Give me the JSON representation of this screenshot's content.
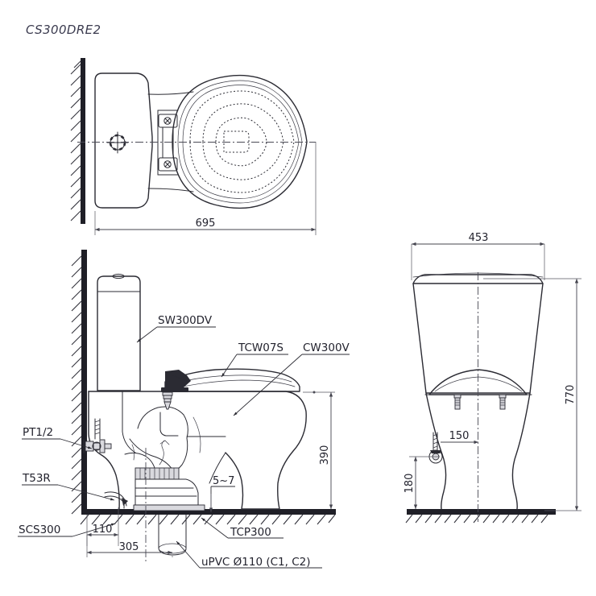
{
  "drawing": {
    "title": "CS300DRE2",
    "views": {
      "top": {
        "name": "top-view"
      },
      "side": {
        "name": "side-view"
      },
      "front": {
        "name": "front-view"
      }
    }
  },
  "part_labels": {
    "tank": "SW300DV",
    "seat": "TCW07S",
    "bowl": "CW300V",
    "supply_thread": "PT1/2",
    "angle_valve": "T53R",
    "floor_connector": "SCS300",
    "pan_connector": "TCP300",
    "drain_pipe": "uPVC Ø110 (C1, C2)"
  },
  "dimensions": {
    "top_depth": "695",
    "front_width": "453",
    "front_height": "770",
    "seat_height": "390",
    "outlet_height": "180",
    "outlet_offset": "150",
    "wall_to_valve": "110",
    "wall_to_outlet": "305",
    "floor_gap": "5~7"
  },
  "colors": {
    "line": "#2b2b33",
    "dimension": "#44444e",
    "title": "#3b3b4f",
    "background": "#ffffff"
  }
}
